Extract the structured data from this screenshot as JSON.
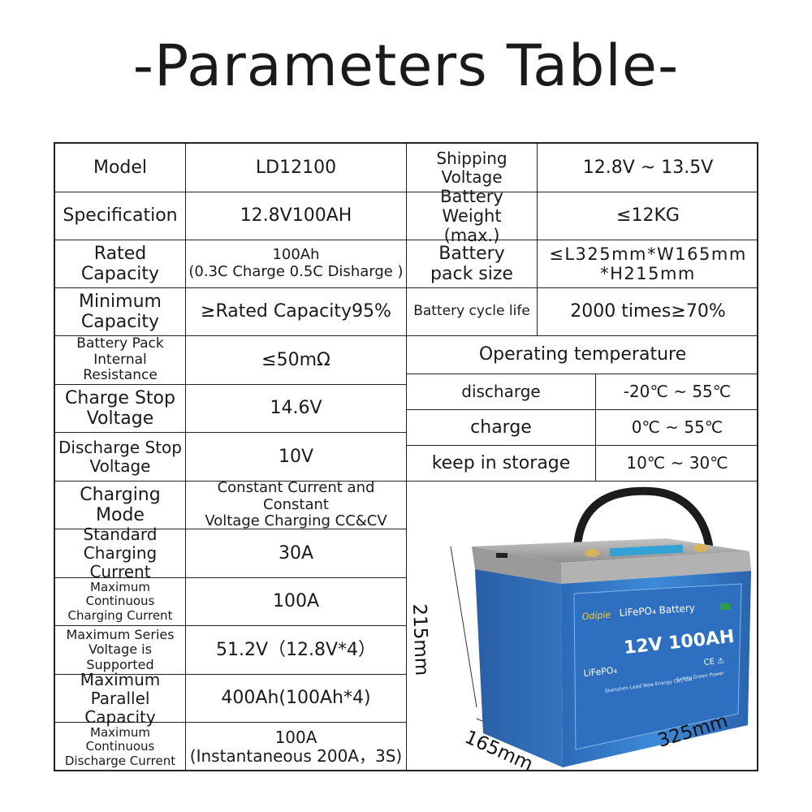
{
  "title": "-Parameters Table-",
  "left_rows": [
    {
      "label": "Model",
      "value": "LD12100"
    },
    {
      "label": "Specification",
      "value": "12.8V100AH"
    },
    {
      "label": "Rated Capacity",
      "value": "100Ah\n(0.3C Charge 0.5C Disharge )"
    },
    {
      "label": "Minimum\nCapacity",
      "value": "≥Rated Capacity95%"
    },
    {
      "label": "Battery Pack\nInternal Resistance",
      "value": "≤50mΩ"
    },
    {
      "label": "Charge Stop\nVoltage",
      "value": "14.6V"
    },
    {
      "label": "Discharge Stop\nVoltage",
      "value": "10V"
    },
    {
      "label": "Charging Mode",
      "value": "Constant Current and Constant\nVoltage Charging CC&CV"
    },
    {
      "label": "Standard\nCharging Current",
      "value": "30A"
    },
    {
      "label": "Maximum Continuous\nCharging Current",
      "value": "100A"
    },
    {
      "label": "Maximum Series\nVoltage is Supported",
      "value": "51.2V（12.8V*4）"
    },
    {
      "label": "Maximum\nParallel Capacity",
      "value": "400Ah(100Ah*4)"
    },
    {
      "label": "Maximum Continuous\nDischarge Current",
      "value": "100A\n(Instantaneous 200A，3S)"
    }
  ],
  "right_rows": [
    {
      "label": "Shipping\nVoltage",
      "value": "12.8V ~ 13.5V"
    },
    {
      "label": "Battery Weight\n(max.)",
      "value": "≤12KG"
    },
    {
      "label": "Battery\npack size",
      "value": "≤L325mm*W165mm\n*H215mm"
    },
    {
      "label": "Battery cycle life",
      "value": "2000 times≥70%"
    }
  ],
  "operating_temperature": {
    "header": "Operating temperature",
    "rows": [
      {
        "label": "discharge",
        "value": "-20℃ ~  55℃"
      },
      {
        "label": "charge",
        "value": "0℃ ~ 55℃"
      },
      {
        "label": "keep in storage",
        "value": "10℃ ~ 30℃"
      }
    ]
  },
  "battery_image": {
    "brand": "Odipie",
    "chem_label": "LiFePO₄ Battery",
    "rating": "12V 100AH",
    "side_label": "LiFePO₄",
    "maker": "Shenzhen Lead New Energy Co., Ltd",
    "slogan": "Safety Green Power",
    "marks": "CE ⚠",
    "dims": {
      "height": "215mm",
      "width": "165mm",
      "length": "325mm"
    },
    "colors": {
      "body": "#3a7fcc",
      "lid": "#a8a8a8",
      "label": "#2f6fbf"
    }
  }
}
